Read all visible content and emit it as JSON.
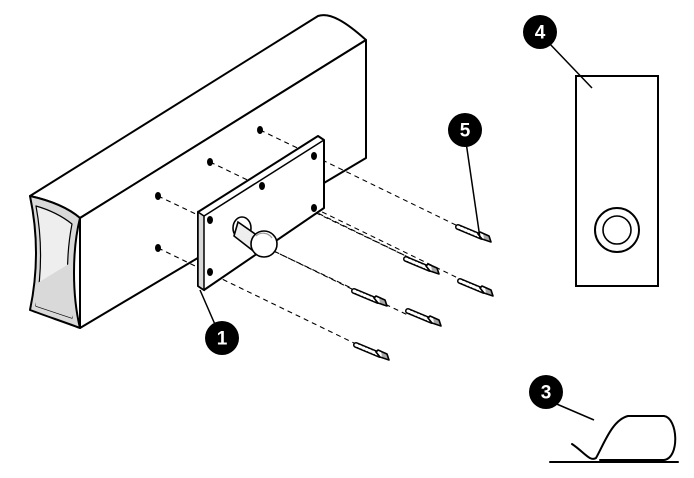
{
  "callouts": {
    "c1": "1",
    "c3": "3",
    "c4": "4",
    "c5": "5"
  },
  "colors": {
    "ink": "#000000",
    "paper": "#ffffff",
    "shade": "#d9d9d9",
    "face": "#eeeeee"
  }
}
